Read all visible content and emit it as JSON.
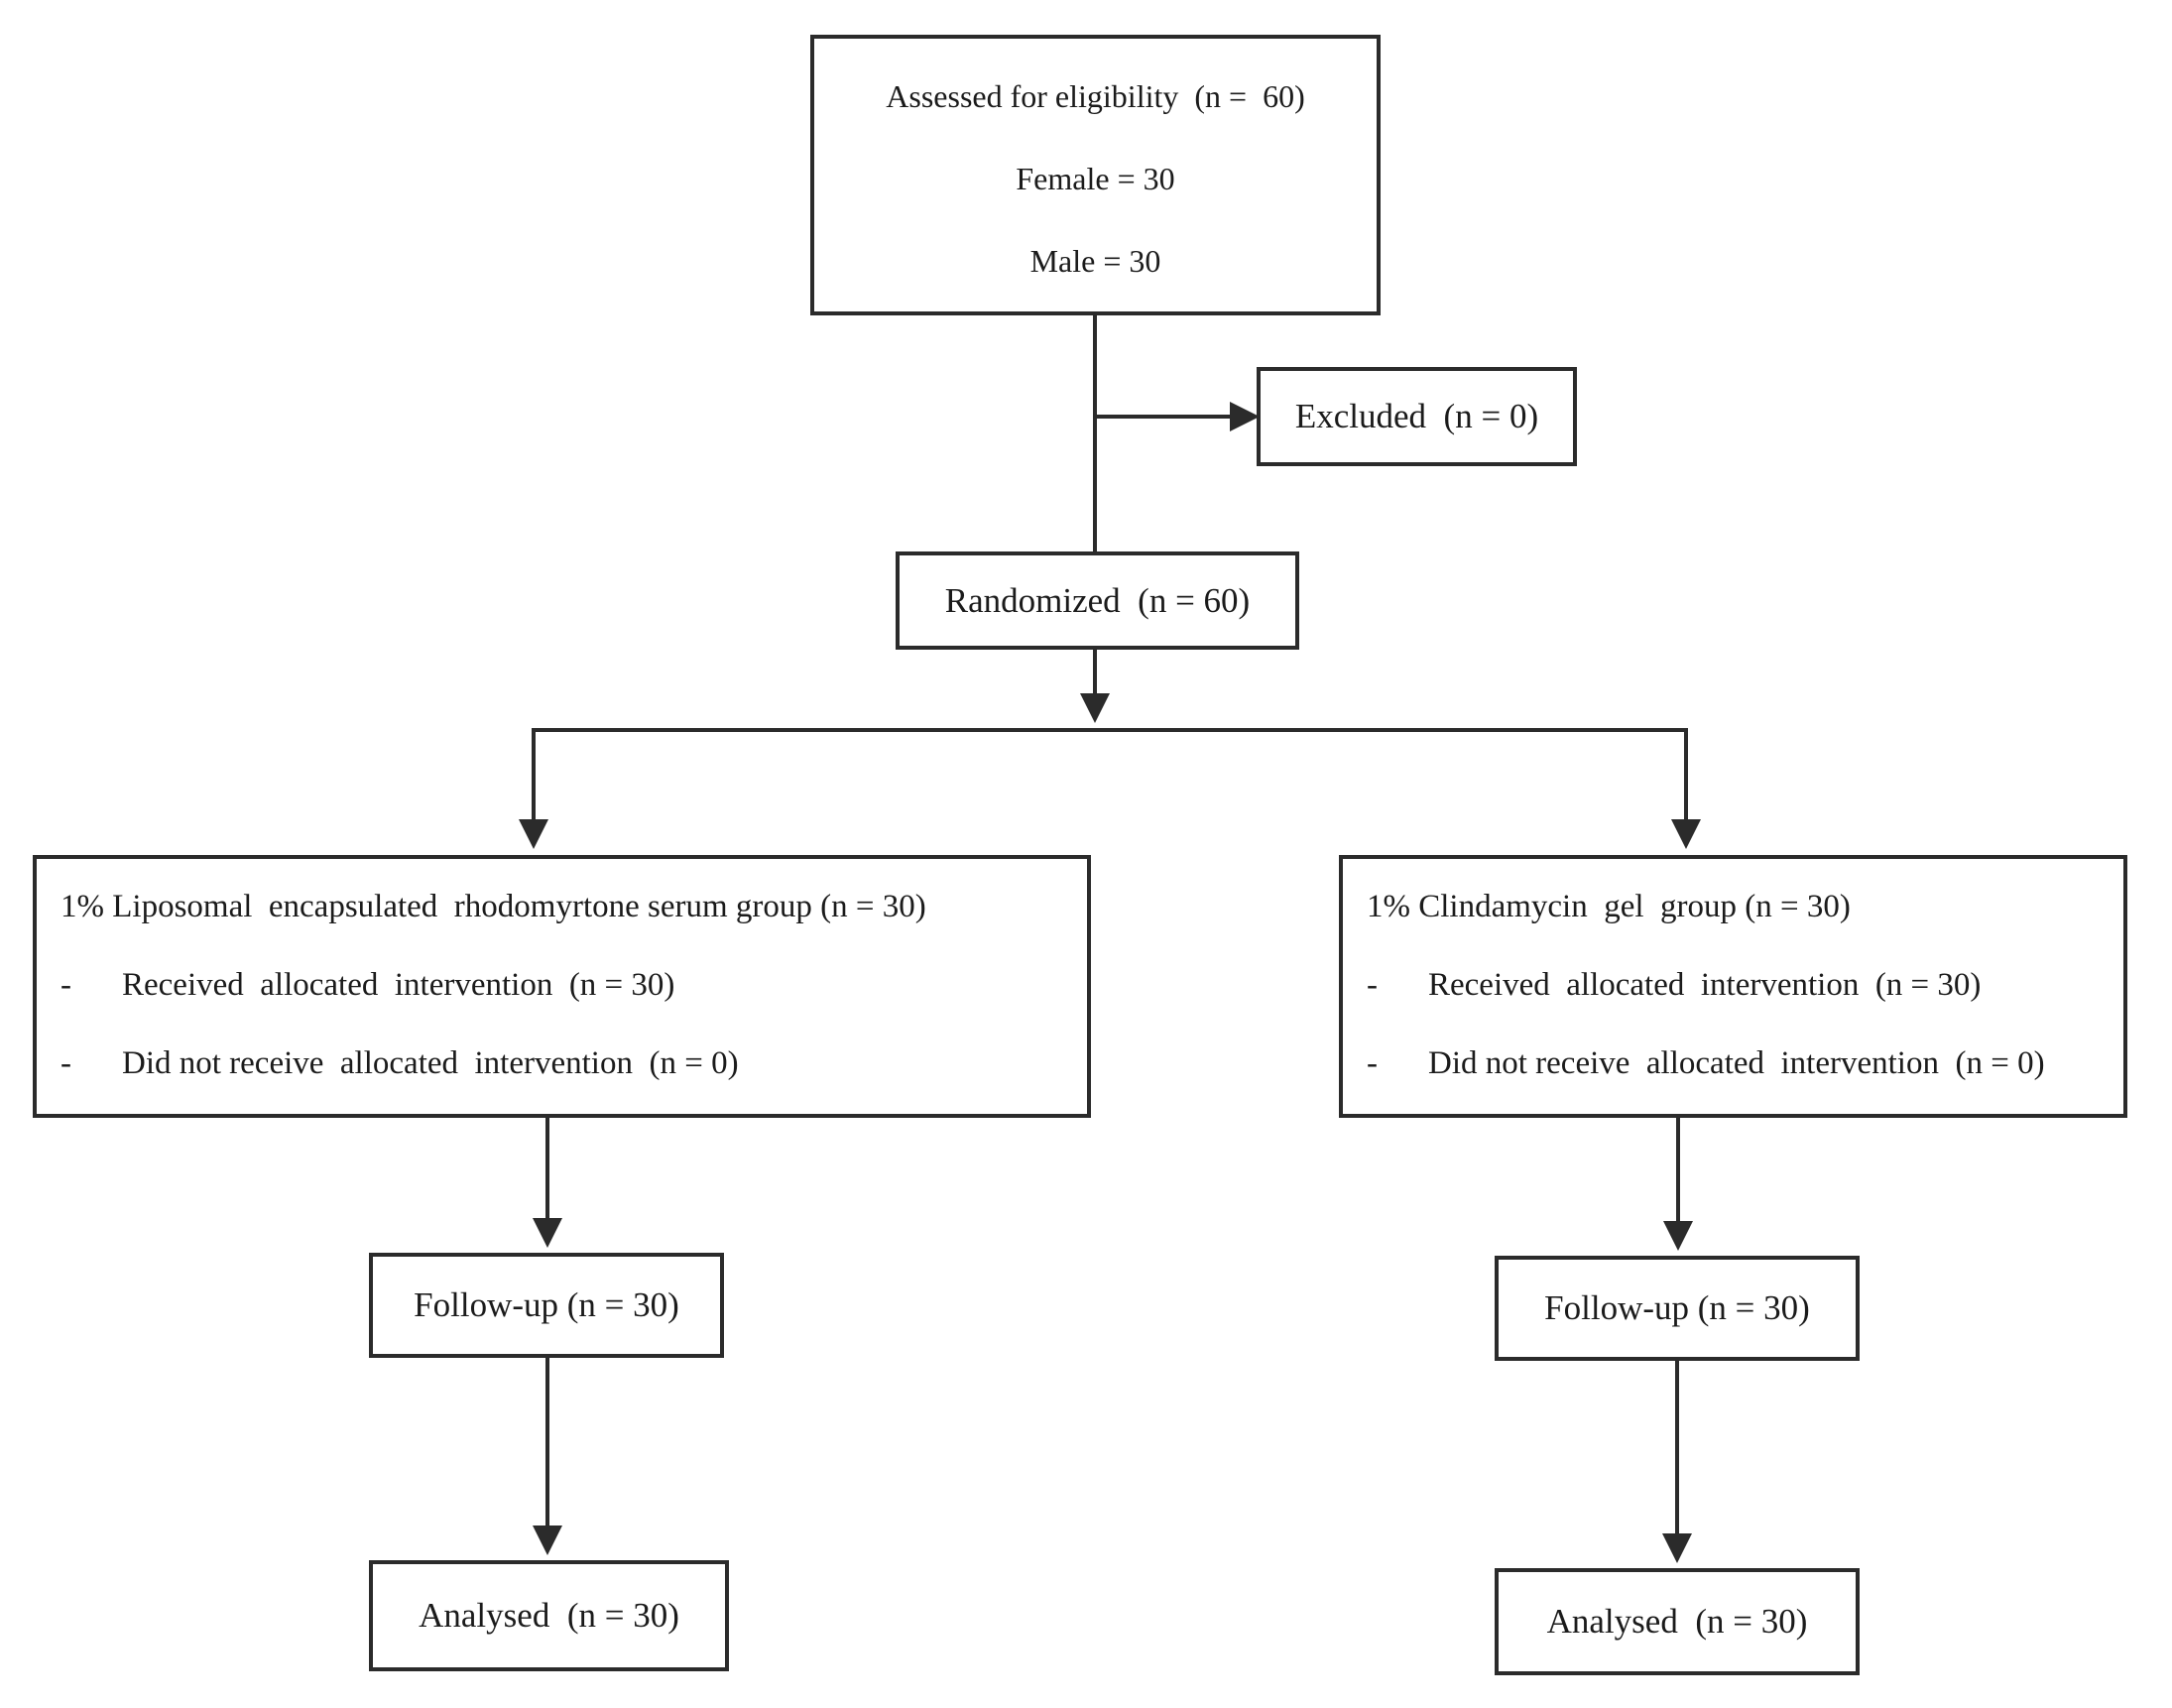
{
  "figure": {
    "type": "consort-flow-diagram",
    "background_color": "#ffffff",
    "line_color": "#2b2b2b",
    "text_color": "#1b1b1b",
    "nodes": {
      "assessed": {
        "line1": "Assessed for eligibility  (n =  60)",
        "line2": "Female = 30",
        "line3": "Male = 30"
      },
      "excluded": {
        "label": "Excluded  (n = 0)"
      },
      "randomized": {
        "label": "Randomized  (n = 60)"
      },
      "group_left": {
        "title": "1% Liposomal  encapsulated  rhodomyrtone serum group (n = 30)",
        "items": [
          {
            "bullet": "-",
            "text": "Received  allocated  intervention  (n = 30)"
          },
          {
            "bullet": "-",
            "text": "Did not receive  allocated  intervention  (n = 0)"
          }
        ]
      },
      "group_right": {
        "title": "1% Clindamycin  gel  group (n = 30)",
        "items": [
          {
            "bullet": "-",
            "text": "Received  allocated  intervention  (n = 30)"
          },
          {
            "bullet": "-",
            "text": "Did not receive  allocated  intervention  (n = 0)"
          }
        ]
      },
      "followup_left": {
        "label": "Follow-up (n = 30)"
      },
      "followup_right": {
        "label": "Follow-up (n = 30)"
      },
      "analysed_left": {
        "label": "Analysed  (n = 30)"
      },
      "analysed_right": {
        "label": "Analysed  (n = 30)"
      }
    }
  }
}
